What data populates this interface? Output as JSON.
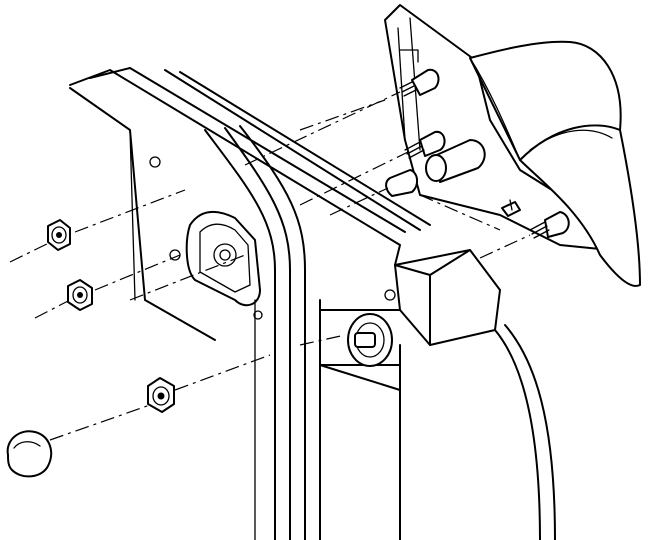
{
  "diagram": {
    "background": "#ffffff",
    "line_color": "#000000",
    "parts": [
      {
        "id": "door-frame",
        "icon": "door-frame-outline"
      },
      {
        "id": "side-mirror",
        "icon": "mirror-housing"
      },
      {
        "id": "mirror-bracket",
        "icon": "bracket-plate"
      },
      {
        "id": "nut-upper",
        "icon": "hex-nut"
      },
      {
        "id": "nut-middle",
        "icon": "hex-nut"
      },
      {
        "id": "nut-lower",
        "icon": "hex-nut"
      },
      {
        "id": "cap",
        "icon": "dome-cap"
      },
      {
        "id": "stud-upper",
        "icon": "threaded-stud"
      },
      {
        "id": "stud-middle",
        "icon": "threaded-stud"
      },
      {
        "id": "stud-lower",
        "icon": "threaded-stud"
      },
      {
        "id": "grommet",
        "icon": "rubber-grommet"
      },
      {
        "id": "clip",
        "icon": "retaining-clip"
      }
    ]
  }
}
